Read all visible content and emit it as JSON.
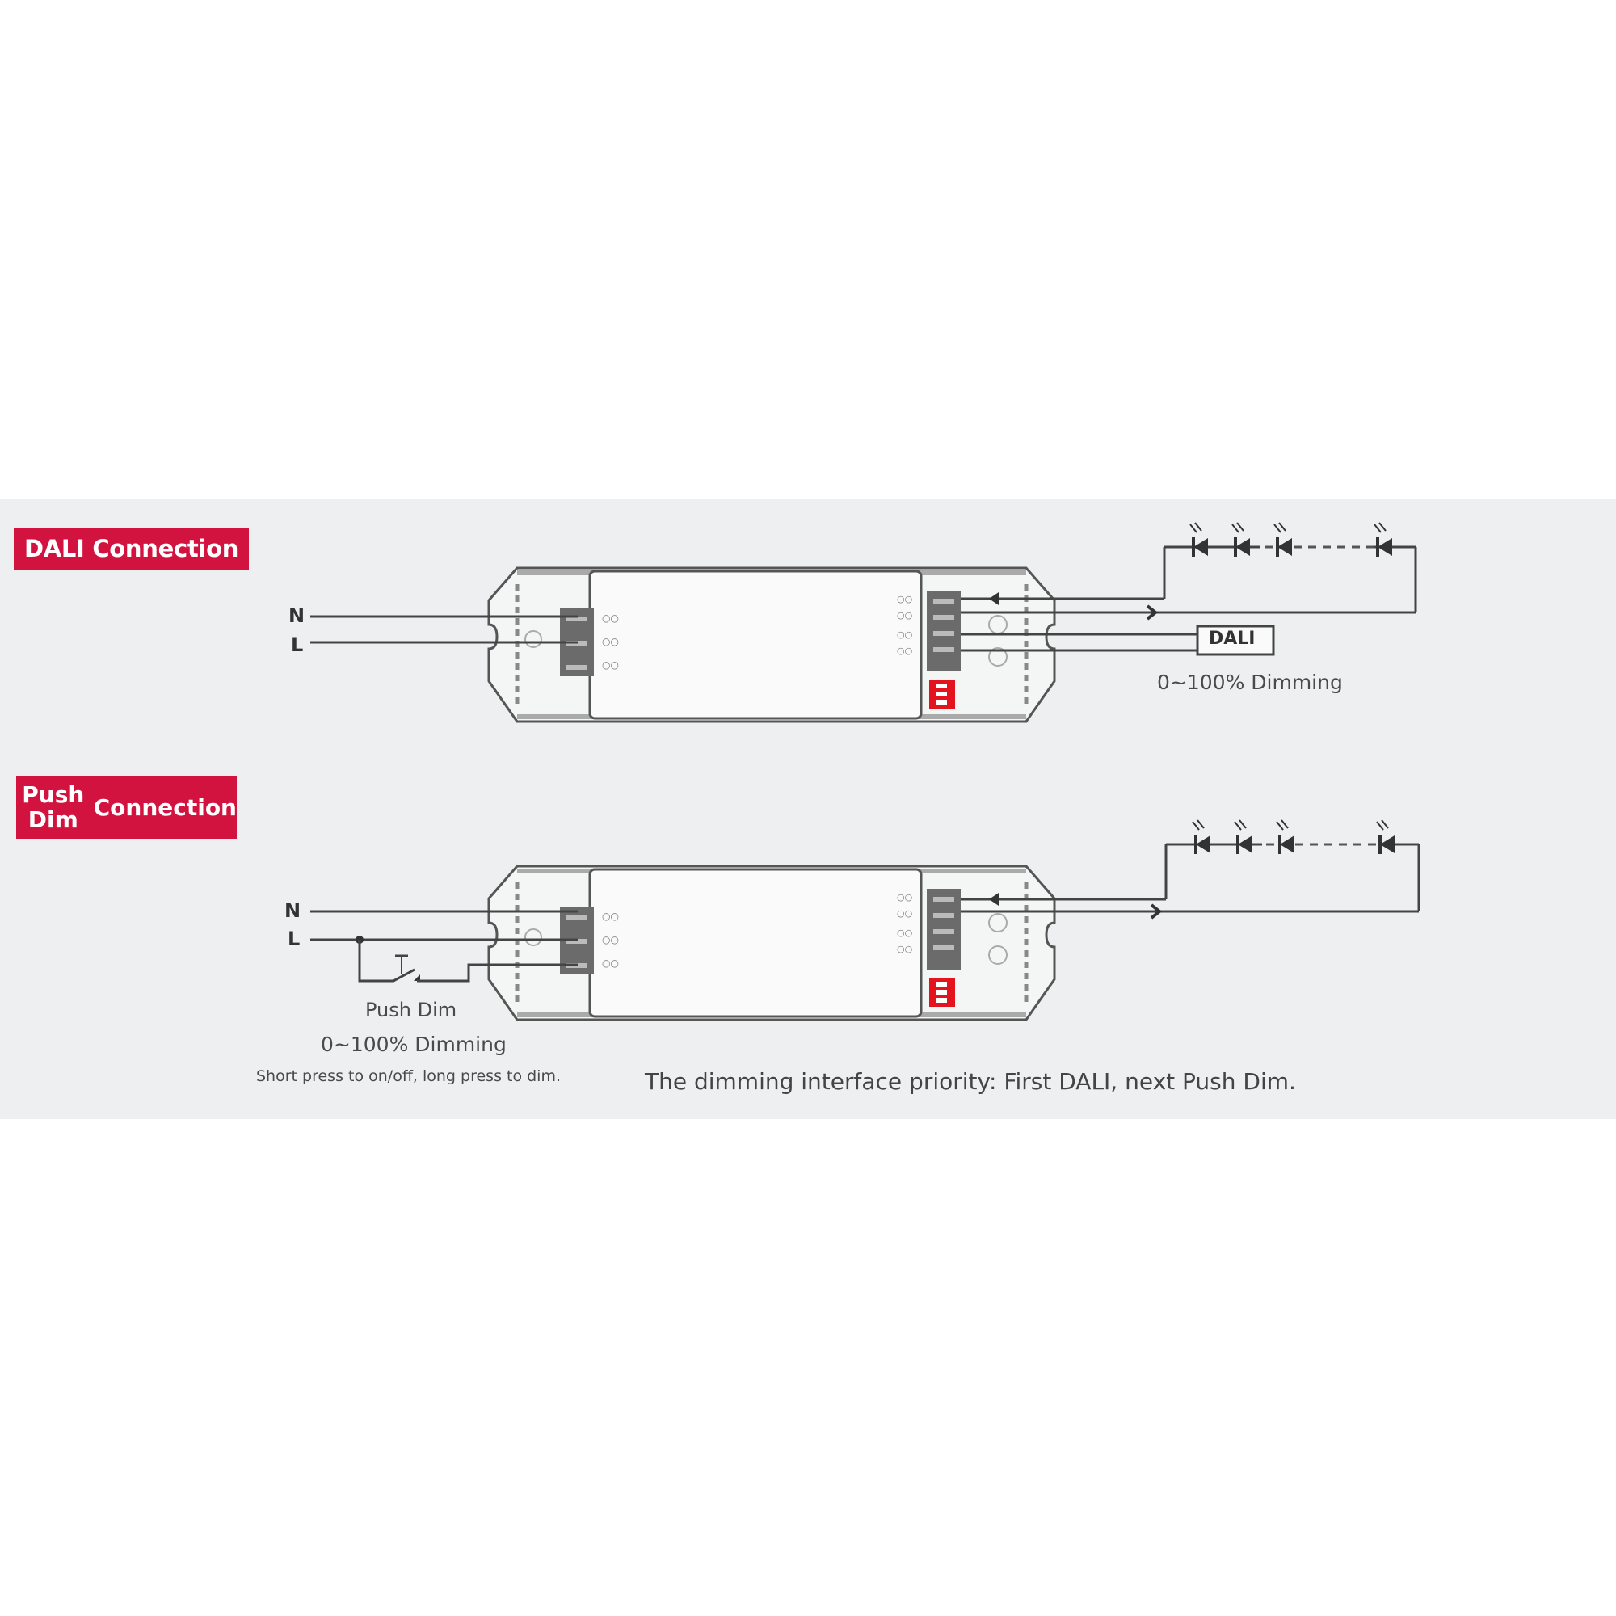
{
  "panel": {
    "background": "#eeeff0",
    "accent": "#d3133f"
  },
  "sections": [
    {
      "title": "DALI Connection",
      "inputs": [
        "N",
        "L"
      ],
      "control_box_label": "DALI",
      "dimming_caption": "0~100% Dimming",
      "led_string": {
        "visible_leds": 4,
        "ellipsis": "- - -"
      }
    },
    {
      "title_stack": [
        "Push",
        "Dim"
      ],
      "title_suffix": "Connection",
      "inputs": [
        "N",
        "L"
      ],
      "switch_label": "Push Dim",
      "dimming_caption": "0~100% Dimming",
      "instruction": "Short press to on/off, long press to dim.",
      "led_string": {
        "visible_leds": 4,
        "ellipsis": "- - -"
      }
    }
  ],
  "footer_note": "The dimming interface priority: First DALI, next Push Dim.",
  "device": {
    "dip_switch_color": "#e3141e",
    "terminal_color": "#6b6b6b"
  }
}
